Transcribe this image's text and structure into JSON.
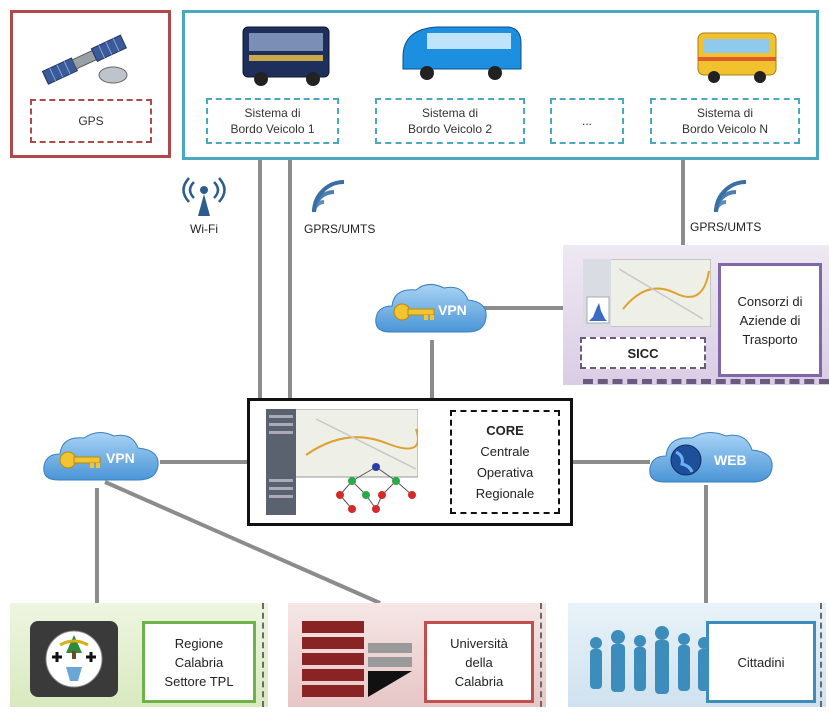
{
  "top": {
    "gps_label": "GPS",
    "vehicles": [
      {
        "line1": "Sistema di",
        "line2": "Bordo Veicolo 1"
      },
      {
        "line1": "Sistema di",
        "line2": "Bordo Veicolo 2"
      },
      {
        "line1": "...",
        "line2": ""
      },
      {
        "line1": "Sistema di",
        "line2": "Bordo Veicolo N"
      }
    ]
  },
  "links": {
    "wifi_label": "Wi-Fi",
    "gprs_left_label": "GPRS/UMTS",
    "gprs_right_label": "GPRS/UMTS"
  },
  "vpn_top_label": "VPN",
  "vpn_left_label": "VPN",
  "web_label": "WEB",
  "sicc": {
    "label": "SICC",
    "consorzi": [
      "Consorzi di",
      "Aziende di",
      "Trasporto"
    ]
  },
  "core": {
    "title": "CORE",
    "lines": [
      "Centrale",
      "Operativa",
      "Regionale"
    ]
  },
  "bottom": {
    "regione": [
      "Regione",
      "Calabria",
      "Settore TPL"
    ],
    "universita": [
      "Università",
      "della",
      "Calabria"
    ],
    "cittadini": "Cittadini"
  },
  "colors": {
    "gps_border": "#b0494b",
    "vehicles_border": "#4aa8bf",
    "purple": "#8068a8",
    "green": "#6fb24a",
    "red": "#c0504d",
    "blue": "#3c8dbc",
    "line_gray": "#8c8c8c"
  }
}
